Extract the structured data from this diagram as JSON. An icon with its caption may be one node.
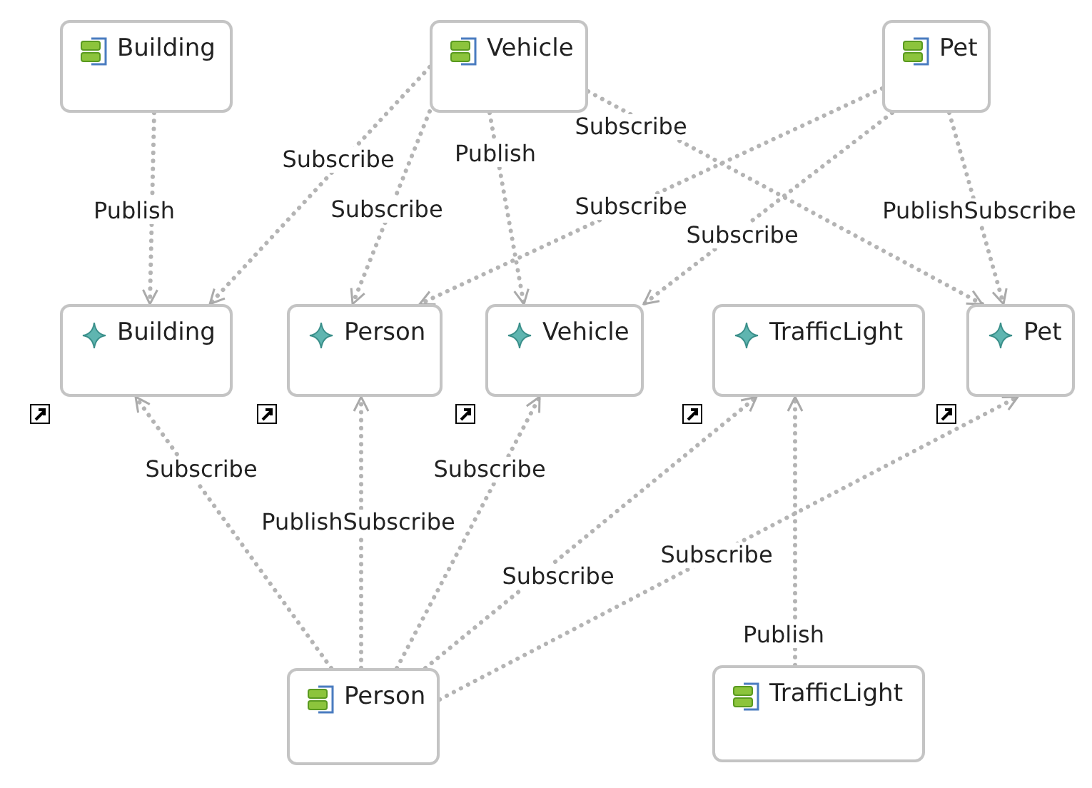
{
  "diagram": {
    "nodes": [
      {
        "text": [
          "Building"
        ]
      },
      {
        "text": [
          "Vehicle"
        ]
      },
      {
        "text": [
          "Pet"
        ]
      },
      {
        "text": [
          "Building"
        ]
      },
      {
        "text": [
          "Person"
        ]
      },
      {
        "text": [
          "Vehicle"
        ]
      },
      {
        "text": [
          "TrafficLight"
        ]
      },
      {
        "text": [
          "Pet"
        ]
      },
      {
        "text": [
          "Person"
        ]
      },
      {
        "text": [
          "TrafficLight"
        ]
      }
    ],
    "edges": [
      {
        "from": 0,
        "to": 3,
        "arrow": "to",
        "label": "Publish"
      },
      {
        "from": 1,
        "to": 3,
        "arrow": "to",
        "label": "Subscribe"
      },
      {
        "from": 1,
        "to": 4,
        "arrow": "to",
        "label": "Subscribe"
      },
      {
        "from": 1,
        "to": 5,
        "arrow": "to",
        "label": "Publish"
      },
      {
        "from": 1,
        "to": 7,
        "arrow": "to",
        "label": "Subscribe"
      },
      {
        "from": 2,
        "to": 4,
        "arrow": "to",
        "label": "Subscribe"
      },
      {
        "from": 2,
        "to": 5,
        "arrow": "to",
        "label": "Subscribe"
      },
      {
        "from": 2,
        "to": 7,
        "arrow": "to",
        "label": "PublishSubscribe"
      },
      {
        "from": 8,
        "to": 3,
        "arrow": "to",
        "label": "Subscribe"
      },
      {
        "from": 8,
        "to": 4,
        "arrow": "to",
        "label": "PublishSubscribe"
      },
      {
        "from": 8,
        "to": 5,
        "arrow": "to",
        "label": "Subscribe"
      },
      {
        "from": 8,
        "to": 6,
        "arrow": "to",
        "label": "Subscribe"
      },
      {
        "from": 8,
        "to": 7,
        "arrow": "to",
        "label": "Subscribe"
      },
      {
        "from": 9,
        "to": 6,
        "arrow": "to",
        "label": "Publish"
      }
    ]
  }
}
